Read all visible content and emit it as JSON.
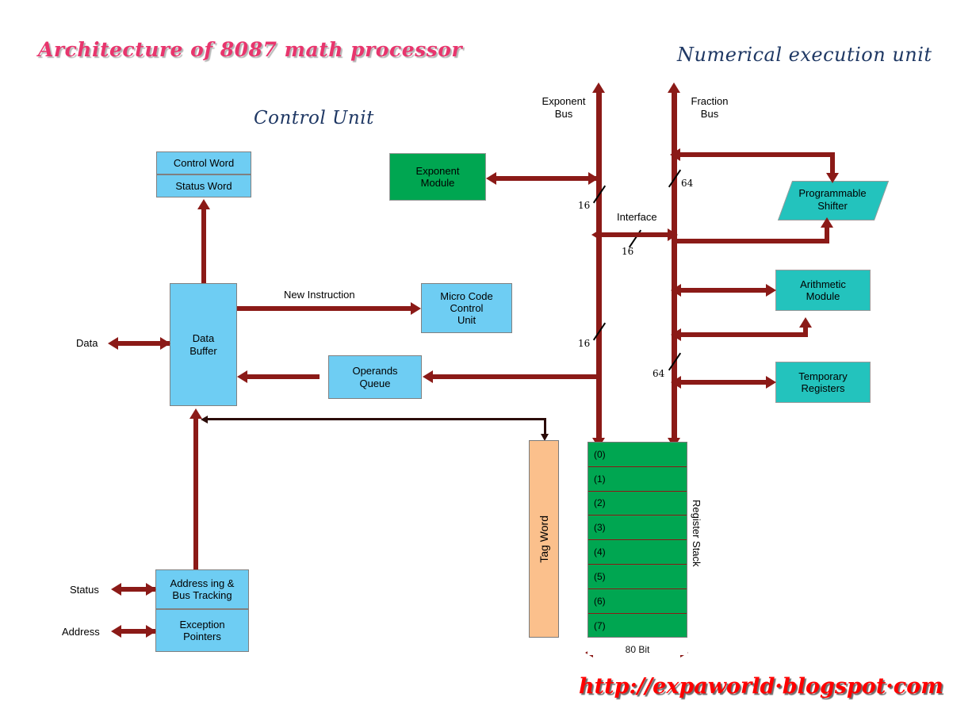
{
  "titles": {
    "main": "Architecture of 8087 math processor",
    "control_unit": "Control Unit",
    "numerical_execution_unit": "Numerical execution unit",
    "watermark": "http://expaworld·blogspot·com"
  },
  "colors": {
    "title_pink": "#e8356d",
    "heading_navy": "#1f3864",
    "arrow_dark_red": "#8b1a17",
    "block_blue": "#6ecdf3",
    "block_green": "#00a651",
    "block_teal": "#23c3bd",
    "block_peach": "#fbc08c",
    "watermark_red": "#ff0000"
  },
  "control_unit": {
    "control_word": "Control Word",
    "status_word": "Status Word",
    "data_buffer": "Data\nBuffer",
    "data_buffer_l1": "Data",
    "data_buffer_l2": "Buffer",
    "micro_code_l1": "Micro Code",
    "micro_code_l2": "Control",
    "micro_code_l3": "Unit",
    "operands_queue_l1": "Operands",
    "operands_queue_l2": "Queue",
    "addressing_l1": "Address ing &",
    "addressing_l2": "Bus  Tracking",
    "exception_l1": "Exception",
    "exception_l2": "Pointers",
    "new_instruction": "New Instruction"
  },
  "external_ports": {
    "data": "Data",
    "status": "Status",
    "address": "Address"
  },
  "buses": {
    "exponent_bus_l1": "Exponent",
    "exponent_bus_l2": "Bus",
    "fraction_bus_l1": "Fraction",
    "fraction_bus_l2": "Bus",
    "interface": "Interface",
    "widths": {
      "exponent_top": "16",
      "interface": "16",
      "fraction_top": "64",
      "exponent_lower": "16",
      "fraction_lower": "64"
    }
  },
  "neu": {
    "exponent_module_l1": "Exponent",
    "exponent_module_l2": "Module",
    "programmable_shifter_l1": "Programmable",
    "programmable_shifter_l2": "Shifter",
    "arithmetic_module_l1": "Arithmetic",
    "arithmetic_module_l2": "Module",
    "temporary_registers_l1": "Temporary",
    "temporary_registers_l2": "Registers",
    "tag_word": "Tag Word",
    "register_stack_label": "Register Stack",
    "register_width": "80 Bit",
    "registers": [
      "(0)",
      "(1)",
      "(2)",
      "(3)",
      "(4)",
      "(5)",
      "(6)",
      "(7)"
    ]
  }
}
